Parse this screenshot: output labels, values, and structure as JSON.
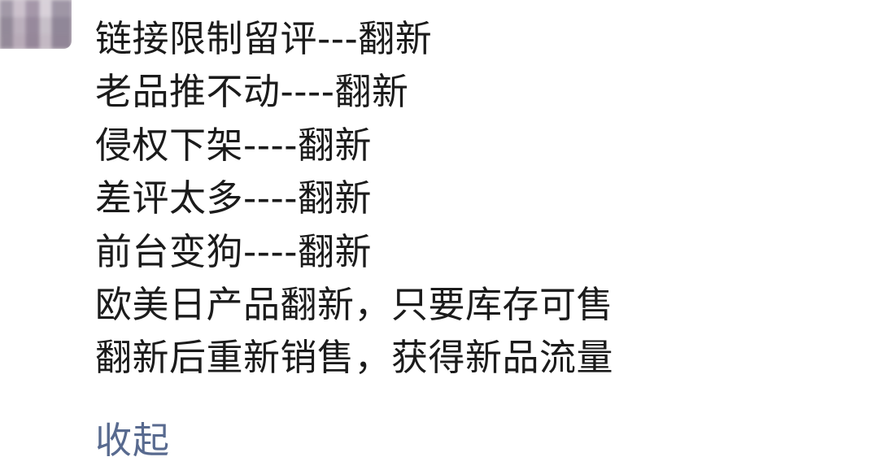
{
  "post": {
    "lines": [
      "链接限制留评---翻新",
      "老品推不动----翻新",
      "侵权下架----翻新",
      "差评太多----翻新",
      "前台变狗----翻新",
      "欧美日产品翻新，只要库存可售",
      "翻新后重新销售，获得新品流量"
    ]
  },
  "actions": {
    "collapse_label": "收起"
  }
}
